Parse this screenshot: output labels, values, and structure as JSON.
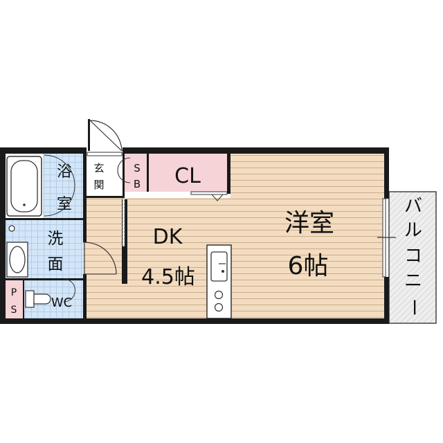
{
  "rooms": {
    "bath": {
      "line1": "浴",
      "line2": "室"
    },
    "washroom": {
      "line1": "洗",
      "line2": "面"
    },
    "wc": "WC",
    "ps": {
      "line1": "P",
      "line2": "S"
    },
    "entrance": {
      "line1": "玄",
      "line2": "関"
    },
    "shoe_box": {
      "line1": "S",
      "line2": "B"
    },
    "closet": "CL",
    "dk": {
      "name": "DK",
      "size": "4.5帖"
    },
    "western_room": {
      "name": "洋室",
      "size": "6帖"
    },
    "balcony": {
      "c1": "バ",
      "c2": "ル",
      "c3": "コ",
      "c4": "ニ",
      "c5": "ー"
    }
  },
  "colors": {
    "floor_wood": "#f3dcc0",
    "floor_line": "#c9ad90",
    "wet_area_tile": "#d3e6f8",
    "closet_pink": "#f6d3d6",
    "ps_pink": "#f6d3d6",
    "balcony_gray": "#e8e8e8",
    "wall": "#1a1a1a"
  }
}
